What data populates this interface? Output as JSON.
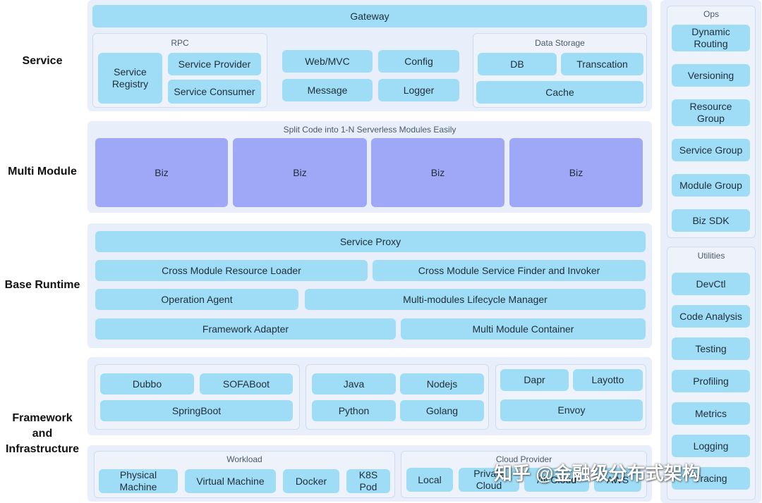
{
  "layers": {
    "service": "Service",
    "multi_module": "Multi Module",
    "base_runtime": "Base Runtime",
    "framework": "Framework\nand\nInfrastructure"
  },
  "service": {
    "gateway": "Gateway",
    "rpc": {
      "title": "RPC",
      "registry": "Service\nRegistry",
      "provider": "Service Provider",
      "consumer": "Service Consumer"
    },
    "middle": [
      "Web/MVC",
      "Config",
      "Message",
      "Logger"
    ],
    "data_storage": {
      "title": "Data Storage",
      "db": "DB",
      "transaction": "Transcation",
      "cache": "Cache"
    }
  },
  "multi_module": {
    "caption": "Split Code into 1-N Serverless Modules Easily",
    "biz": [
      "Biz",
      "Biz",
      "Biz",
      "Biz"
    ]
  },
  "base_runtime": {
    "service_proxy": "Service Proxy",
    "resource_loader": "Cross Module Resource Loader",
    "service_finder": "Cross Module Service Finder and Invoker",
    "operation_agent": "Operation Agent",
    "lifecycle_manager": "Multi-modules Lifecycle Manager",
    "framework_adapter": "Framework Adapter",
    "module_container": "Multi Module Container"
  },
  "framework": {
    "frameworks": [
      "Dubbo",
      "SOFABoot",
      "SpringBoot"
    ],
    "languages": [
      "Java",
      "Nodejs",
      "Python",
      "Golang"
    ],
    "mesh": [
      "Dapr",
      "Layotto",
      "Envoy"
    ],
    "workload": {
      "title": "Workload",
      "items": [
        "Physical\nMachine",
        "Virtual Machine",
        "Docker",
        "K8S\nPod"
      ]
    },
    "cloud": {
      "title": "Cloud Provider",
      "items": [
        "Local",
        "Private\nCloud",
        "Ali Cloud",
        "AWS"
      ]
    }
  },
  "ops": {
    "title": "Ops",
    "items": [
      "Dynamic\nRouting",
      "Versioning",
      "Resource\nGroup",
      "Service Group",
      "Module Group",
      "Biz SDK"
    ]
  },
  "utilities": {
    "title": "Utilities",
    "items": [
      "DevCtl",
      "Code Analysis",
      "Testing",
      "Profiling",
      "Metrics",
      "Logging",
      "Tracing"
    ]
  },
  "watermark": "知乎 @金融级分布式架构",
  "colors": {
    "box": "#9fddf6",
    "biz": "#9ea8f7",
    "panel": "#e8effa",
    "group_border": "#cfdcee"
  }
}
